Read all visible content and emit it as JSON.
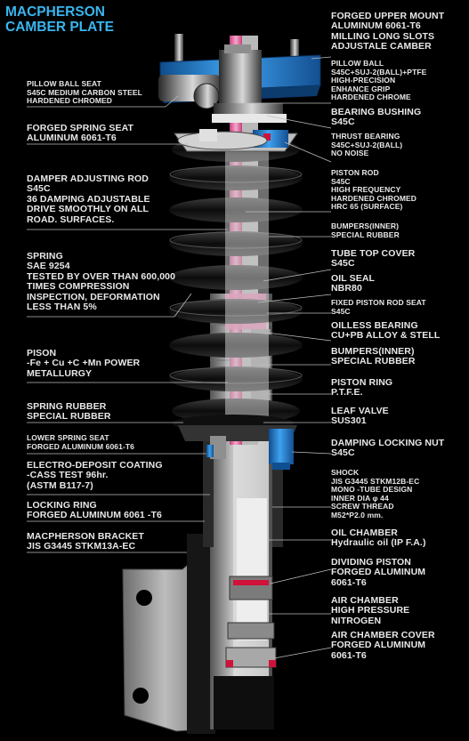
{
  "title": "MACPHERSON\nCAMBER PLATE",
  "left_labels": [
    {
      "id": "pillow-ball-seat",
      "text": "PILLOW BALL SEAT\nS45C MEDIUM CARBON STEEL\nHARDENED CHROMED",
      "small": true
    },
    {
      "id": "forged-spring-seat",
      "text": "FORGED SPRING SEAT\nALUMINUM 6061-T6",
      "small": false
    },
    {
      "id": "damper-adjusting-rod",
      "text": "DAMPER ADJUSTING ROD\nS45C\n36 DAMPING ADJUSTABLE\nDRIVE SMOOTHLY ON ALL\nROAD. SURFACES.",
      "small": false
    },
    {
      "id": "spring",
      "text": "SPRING\nSAE 9254\nTESTED BY OVER THAN 600,000\nTIMES COMPRESSION\nINSPECTION, DEFORMATION\nLESS THAN 5%",
      "small": false
    },
    {
      "id": "pison",
      "text": "PISON\n-Fe + Cu +C +Mn POWER\nMETALLURGY",
      "small": false
    },
    {
      "id": "spring-rubber",
      "text": "SPRING RUBBER\nSPECIAL RUBBER",
      "small": false
    },
    {
      "id": "lower-spring-seat",
      "text": "LOWER SPRING SEAT\nFORGED ALUMINUM 6061-T6",
      "small": true
    },
    {
      "id": "electro-deposit",
      "text": "ELECTRO-DEPOSIT COATING\n-CASS TEST 96hr.\n(ASTM B117-7)",
      "small": false
    },
    {
      "id": "locking-ring",
      "text": "LOCKING RING\nFORGED ALUMINUM 6061 -T6",
      "small": false
    },
    {
      "id": "macpherson-bracket",
      "text": "MACPHERSON BRACKET\nJIS G3445 STKM13A-EC",
      "small": false
    }
  ],
  "right_labels": [
    {
      "id": "forged-upper-mount",
      "text": "FORGED UPPER MOUNT\nALUMINUM 6061-T6\nMILLING LONG SLOTS\nADJUSTALE CAMBER",
      "small": false
    },
    {
      "id": "pillow-ball",
      "text": "PILLOW BALL\nS45C+SUJ-2(BALL)+PTFE\nHIGH-PRECISION\nENHANCE GRIP\nHARDENED CHROME",
      "small": true
    },
    {
      "id": "bearing-bushing",
      "text": "BEARING BUSHING\nS45C",
      "small": false
    },
    {
      "id": "thrust-bearing",
      "text": "THRUST BEARING\nS45C+SUJ-2(BALL)\nNO NOISE",
      "small": true
    },
    {
      "id": "piston-rod",
      "text": "PISTON ROD\nS45C\nHIGH FREQUENCY\nHARDENED CHROMED\nHRC 65 (SURFACE)",
      "small": true
    },
    {
      "id": "bumpers-inner-1",
      "text": "BUMPERS(INNER)\nSPECIAL RUBBER",
      "small": true
    },
    {
      "id": "tube-top-cover",
      "text": "TUBE TOP COVER\nS45C",
      "small": false
    },
    {
      "id": "oil-seal",
      "text": "OIL SEAL\nNBR80",
      "small": false
    },
    {
      "id": "fixed-piston-rod-seat",
      "text": "FIXED PISTON ROD SEAT\nS45C",
      "small": true
    },
    {
      "id": "oilless-bearing",
      "text": "OILLESS BEARING\nCU+PB ALLOY & STELL",
      "small": false
    },
    {
      "id": "bumpers-inner-2",
      "text": "BUMPERS(INNER)\nSPECIAL RUBBER",
      "small": false
    },
    {
      "id": "piston-ring",
      "text": "PISTON RING\nP.T.F.E.",
      "small": false
    },
    {
      "id": "leaf-valve",
      "text": "LEAF VALVE\nSUS301",
      "small": false
    },
    {
      "id": "damping-locking-nut",
      "text": "DAMPING LOCKING NUT\nS45C",
      "small": false
    },
    {
      "id": "shock",
      "text": "SHOCK\nJIS G3445 STKM12B-EC\nMONO -TUBE DESIGN\nINNER DIA φ 44\nSCREW THREAD\nM52*P2.0 mm.",
      "small": true
    },
    {
      "id": "oil-chamber",
      "text": "OIL CHAMBER\nHydraulic oil (IP F.A.)",
      "small": false
    },
    {
      "id": "dividing-piston",
      "text": "DIVIDING PISTON\nFORGED ALUMINUM\n6061-T6",
      "small": false
    },
    {
      "id": "air-chamber",
      "text": "AIR CHAMBER\nHIGH PRESSURE\nNITROGEN",
      "small": false
    },
    {
      "id": "air-chamber-cover",
      "text": "AIR CHAMBER COVER\nFORGED ALUMINUM\n6061-T6",
      "small": false
    }
  ],
  "colors": {
    "title": "#39b6f0",
    "label": "#e8e8e8",
    "leader": "#bdbdbd",
    "anodized_blue": "#2f86d6",
    "rod_pink": "#f07ab0",
    "seal_red": "#d0123a",
    "spring_black": "#141414"
  }
}
